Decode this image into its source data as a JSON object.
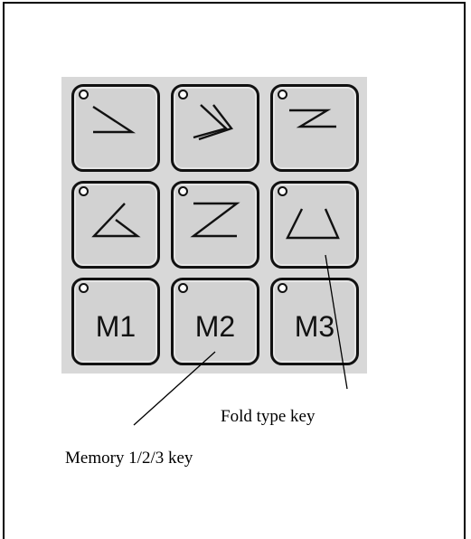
{
  "keys": [
    {
      "name": "fold-key-1",
      "icon": "single-fold-icon"
    },
    {
      "name": "fold-key-2",
      "icon": "double-parallel-fold-icon"
    },
    {
      "name": "fold-key-3",
      "icon": "z-fold-small-icon"
    },
    {
      "name": "fold-key-4",
      "icon": "triangle-fold-icon"
    },
    {
      "name": "fold-key-5",
      "icon": "z-fold-icon"
    },
    {
      "name": "fold-key-6",
      "icon": "gate-fold-icon"
    },
    {
      "name": "memory-key-1",
      "label": "M1"
    },
    {
      "name": "memory-key-2",
      "label": "M2"
    },
    {
      "name": "memory-key-3",
      "label": "M3"
    }
  ],
  "captions": {
    "fold_type": "Fold type key",
    "memory": "Memory 1/2/3 key"
  }
}
